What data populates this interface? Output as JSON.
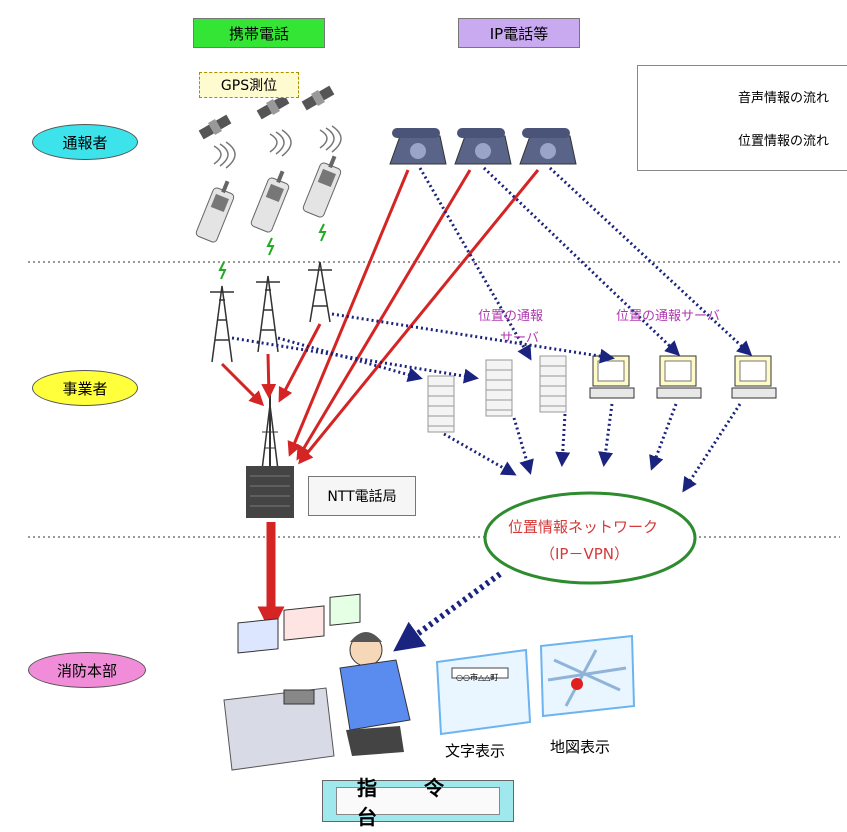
{
  "tiers": {
    "notifier": "通報者",
    "carrier": "事業者",
    "fire_dept": "消防本部"
  },
  "tags": {
    "mobile": "携帯電話",
    "ip_phone": "IP電話等",
    "gps": "GPS測位"
  },
  "legend": {
    "voice": "音声情報の流れ",
    "location": "位置情報の流れ"
  },
  "servers": {
    "label_a_line1": "位置の通報",
    "label_a_line2": "サーバ",
    "label_b": "位置の通報サーバ"
  },
  "ntt_office": "NTT電話局",
  "network": {
    "line1": "位置情報ネットワーク",
    "line2": "（IP－VPN）"
  },
  "displays": {
    "text": "文字表示",
    "map": "地図表示",
    "text_screen_content": "○○市△△町"
  },
  "command_desk": "指 令 台",
  "colors": {
    "voice_arrow": "#d42424",
    "location_arrow": "#1a237e",
    "divider": "#999999",
    "network_ellipse": "#2e8b2e"
  }
}
